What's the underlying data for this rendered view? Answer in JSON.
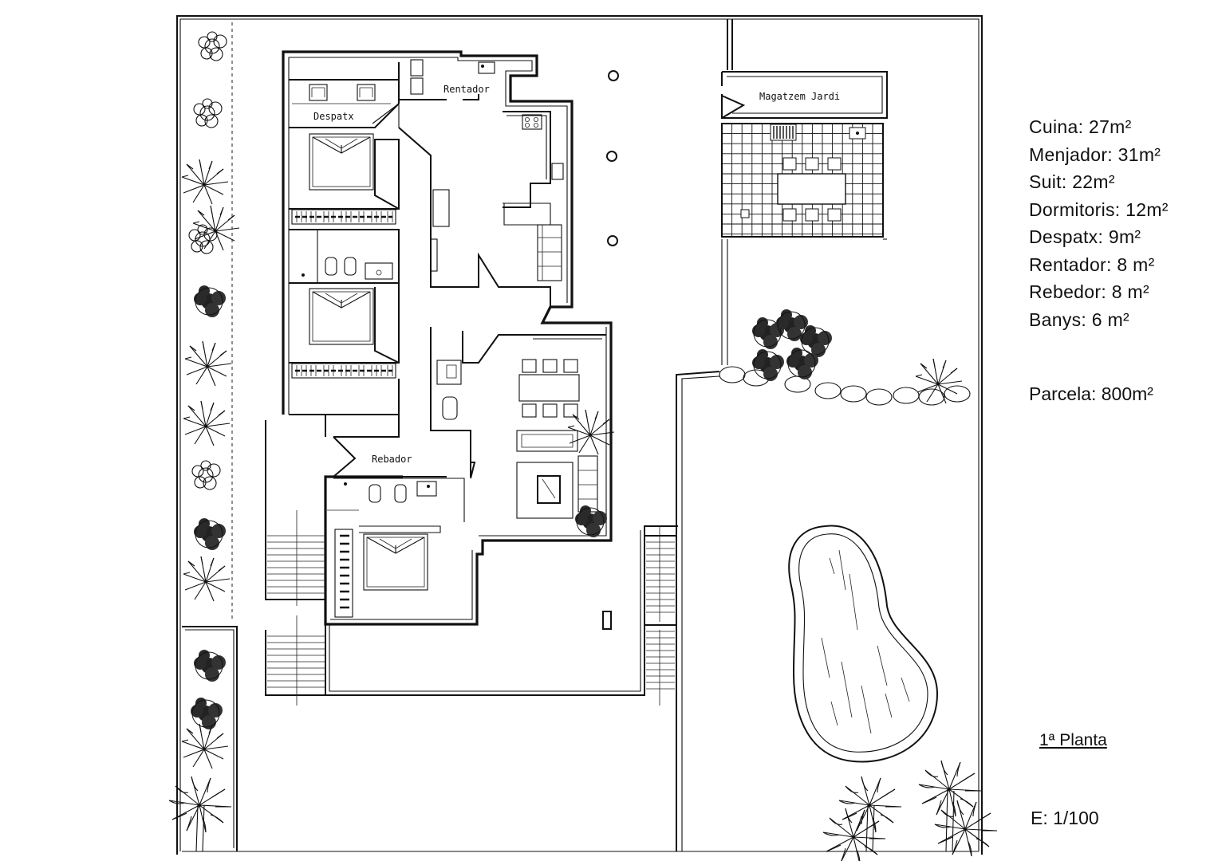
{
  "rooms": {
    "rentador": "Rentador",
    "despatx": "Despatx",
    "rebador": "Rebador",
    "magatzem": "Magatzem Jardi"
  },
  "areas": [
    "Cuina: 27m²",
    "Menjador: 31m²",
    "Suit: 22m²",
    "Dormitoris: 12m²",
    "Despatx: 9m²",
    "Rentador: 8 m²",
    "Rebedor: 8 m²",
    "Banys: 6 m²"
  ],
  "parcela": "Parcela: 800m²",
  "floor": "1ª Planta",
  "scale": "E: 1/100"
}
